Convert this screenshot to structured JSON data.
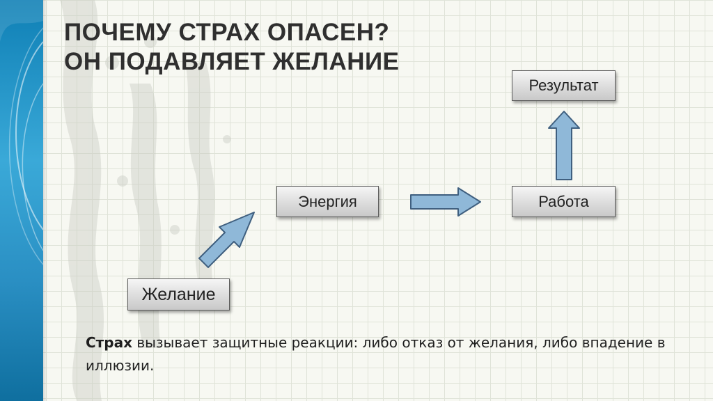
{
  "title": {
    "line1": "ПОЧЕМУ СТРАХ ОПАСЕН?",
    "line2": "ОН ПОДАВЛЯЕТ ЖЕЛАНИЕ"
  },
  "diagram": {
    "nodes": {
      "desire": "Желание",
      "energy": "Энергия",
      "work": "Работа",
      "result": "Результат"
    },
    "flow": [
      "Желание",
      "Энергия",
      "Работа",
      "Результат"
    ]
  },
  "caption": {
    "bold": "Страх",
    "rest": " вызывает защитные реакции: либо отказ от желания, либо впадение в иллюзии."
  },
  "colors": {
    "arrow_fill": "#8fb8d8",
    "arrow_stroke": "#3f5f7f",
    "band": "#2a9fd6",
    "title": "#2f2f2f"
  }
}
